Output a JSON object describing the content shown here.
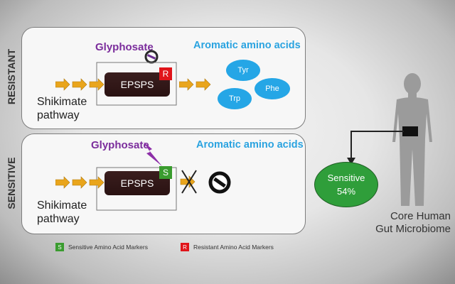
{
  "panels": {
    "resistant": {
      "side_label": "RESISTANT",
      "glyphosate_label": "Glyphosate",
      "aromatic_title": "Aromatic amino acids",
      "enzyme_label": "EPSPS",
      "badge": "R",
      "pathway_label": "Shikimate pathway",
      "amino_acids": [
        "Tyr",
        "Phe",
        "Trp"
      ]
    },
    "sensitive": {
      "side_label": "SENSITIVE",
      "glyphosate_label": "Glyphosate",
      "aromatic_title": "Aromatic amino acids",
      "enzyme_label": "EPSPS",
      "badge": "S",
      "pathway_label": "Shikimate pathway"
    }
  },
  "legend": {
    "sensitive_badge": "S",
    "sensitive_text": "Sensitive Amino Acid Markers",
    "resistant_badge": "R",
    "resistant_text": "Resistant Amino Acid Markers"
  },
  "microbiome": {
    "circle_label": "Sensitive",
    "circle_value": "54%",
    "caption_line1": "Core Human",
    "caption_line2": "Gut Microbiome"
  },
  "colors": {
    "arrow_orange": "#e9a51c",
    "resistant_red": "#e0141a",
    "sensitive_green": "#3a9c2f",
    "amino_blue": "#25a6e6",
    "glyphosate_purple": "#7b2d9c",
    "circle_green": "#2f9e3a"
  },
  "icons": [
    "forbidden-icon",
    "bolt-icon",
    "human-silhouette-icon",
    "arrow-right-icon"
  ]
}
